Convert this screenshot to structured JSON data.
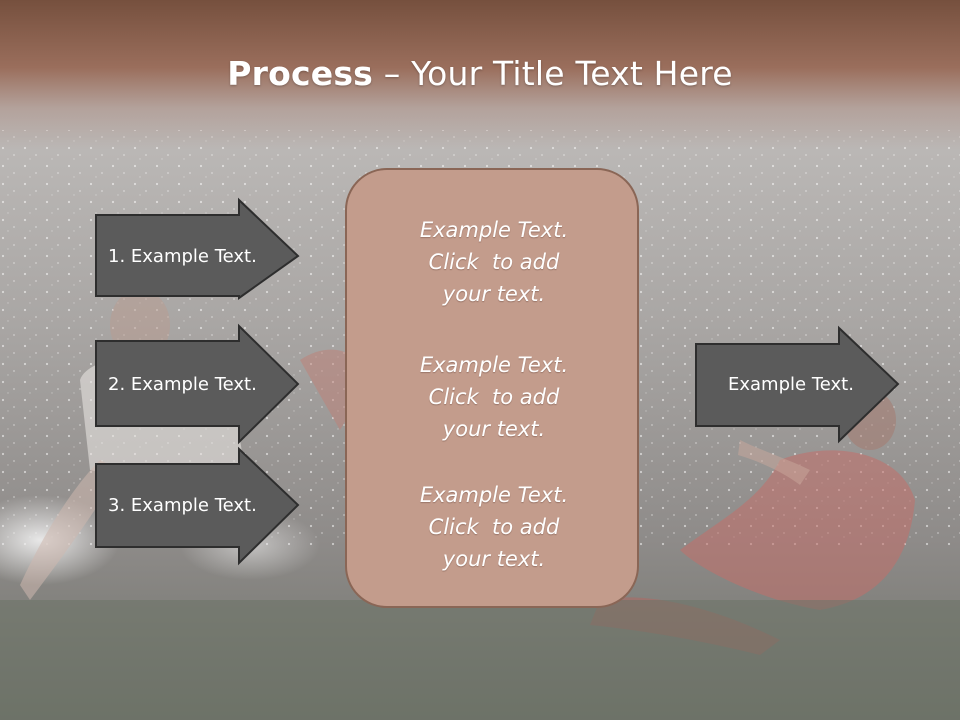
{
  "slide": {
    "title_bold": "Process",
    "title_rest": " – Your Title Text Here",
    "left_arrows": [
      {
        "label": "1. Example Text."
      },
      {
        "label": "2. Example Text."
      },
      {
        "label": "3. Example Text."
      }
    ],
    "center_box": {
      "paragraphs": [
        [
          "Example Text.",
          "Click  to add",
          "your text."
        ],
        [
          "Example Text.",
          "Click  to add",
          "your text."
        ],
        [
          "Example Text.",
          "Click  to add",
          "your text."
        ]
      ]
    },
    "right_arrow": {
      "label": "Example Text."
    }
  },
  "colors": {
    "title_band": "#8a5e4c",
    "arrow_fill": "#5b5b5b",
    "box_fill": "#c39c8c",
    "box_border": "#8a6656"
  }
}
